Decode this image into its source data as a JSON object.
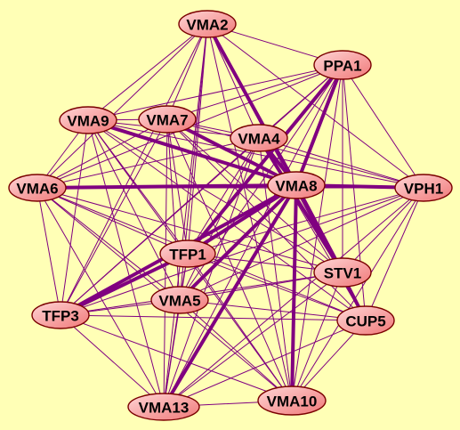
{
  "diagram": {
    "type": "network",
    "background_color": "#ffffb6",
    "edge_color": "#800080",
    "node_fill_light": "#ffd6d6",
    "node_fill_dark": "#f07878",
    "node_stroke": "#7a0000",
    "nodes": [
      {
        "id": "VMA2",
        "label": "VMA2"
      },
      {
        "id": "PPA1",
        "label": "PPA1"
      },
      {
        "id": "VMA9",
        "label": "VMA9"
      },
      {
        "id": "VMA7",
        "label": "VMA7"
      },
      {
        "id": "VMA4",
        "label": "VMA4"
      },
      {
        "id": "VMA6",
        "label": "VMA6"
      },
      {
        "id": "VMA8",
        "label": "VMA8"
      },
      {
        "id": "VPH1",
        "label": "VPH1"
      },
      {
        "id": "TFP1",
        "label": "TFP1"
      },
      {
        "id": "STV1",
        "label": "STV1"
      },
      {
        "id": "VMA5",
        "label": "VMA5"
      },
      {
        "id": "TFP3",
        "label": "TFP3"
      },
      {
        "id": "CUP5",
        "label": "CUP5"
      },
      {
        "id": "VMA13",
        "label": "VMA13"
      },
      {
        "id": "VMA10",
        "label": "VMA10"
      }
    ],
    "edges": [
      {
        "source": "VMA2",
        "target": "VMA8",
        "weight": "strong"
      },
      {
        "source": "VMA9",
        "target": "VMA8",
        "weight": "strong"
      },
      {
        "source": "VMA7",
        "target": "VMA8",
        "weight": "strong"
      },
      {
        "source": "VMA6",
        "target": "VMA8",
        "weight": "strong"
      },
      {
        "source": "PPA1",
        "target": "VMA8",
        "weight": "strong"
      },
      {
        "source": "PPA1",
        "target": "TFP1",
        "weight": "strong"
      },
      {
        "source": "VMA8",
        "target": "VPH1",
        "weight": "strong"
      },
      {
        "source": "VMA8",
        "target": "TFP1",
        "weight": "strong"
      },
      {
        "source": "VMA8",
        "target": "TFP3",
        "weight": "strong"
      },
      {
        "source": "VMA8",
        "target": "VMA5",
        "weight": "strong"
      },
      {
        "source": "VMA8",
        "target": "VMA13",
        "weight": "strong"
      },
      {
        "source": "VMA8",
        "target": "STV1",
        "weight": "strong"
      },
      {
        "source": "VMA8",
        "target": "CUP5",
        "weight": "strong"
      },
      {
        "source": "VMA8",
        "target": "VMA10",
        "weight": "strong"
      },
      {
        "source": "VMA4",
        "target": "VMA8",
        "weight": "strong"
      },
      {
        "source": "VMA4",
        "target": "STV1",
        "weight": "strong"
      },
      {
        "source": "TFP1",
        "target": "TFP3",
        "weight": "strong"
      },
      {
        "source": "VMA2",
        "target": "PPA1",
        "weight": "thin"
      },
      {
        "source": "VMA2",
        "target": "VMA9",
        "weight": "thin"
      },
      {
        "source": "VMA2",
        "target": "VMA7",
        "weight": "thin"
      },
      {
        "source": "VMA2",
        "target": "VMA4",
        "weight": "thin"
      },
      {
        "source": "VMA2",
        "target": "VMA6",
        "weight": "thin"
      },
      {
        "source": "VMA2",
        "target": "VPH1",
        "weight": "thin"
      },
      {
        "source": "VMA2",
        "target": "TFP1",
        "weight": "thin"
      },
      {
        "source": "VMA2",
        "target": "STV1",
        "weight": "thin"
      },
      {
        "source": "VMA2",
        "target": "VMA5",
        "weight": "thin"
      },
      {
        "source": "VMA2",
        "target": "TFP3",
        "weight": "thin"
      },
      {
        "source": "VMA2",
        "target": "CUP5",
        "weight": "thin"
      },
      {
        "source": "VMA2",
        "target": "VMA13",
        "weight": "thin"
      },
      {
        "source": "VMA2",
        "target": "VMA10",
        "weight": "thin"
      },
      {
        "source": "PPA1",
        "target": "VMA9",
        "weight": "thin"
      },
      {
        "source": "PPA1",
        "target": "VMA7",
        "weight": "thin"
      },
      {
        "source": "PPA1",
        "target": "VMA4",
        "weight": "thin"
      },
      {
        "source": "PPA1",
        "target": "VMA6",
        "weight": "thin"
      },
      {
        "source": "PPA1",
        "target": "VPH1",
        "weight": "thin"
      },
      {
        "source": "PPA1",
        "target": "STV1",
        "weight": "thin"
      },
      {
        "source": "PPA1",
        "target": "VMA5",
        "weight": "thin"
      },
      {
        "source": "PPA1",
        "target": "TFP3",
        "weight": "thin"
      },
      {
        "source": "PPA1",
        "target": "CUP5",
        "weight": "thin"
      },
      {
        "source": "PPA1",
        "target": "VMA13",
        "weight": "thin"
      },
      {
        "source": "PPA1",
        "target": "VMA10",
        "weight": "thin"
      },
      {
        "source": "VMA9",
        "target": "VMA7",
        "weight": "thin"
      },
      {
        "source": "VMA9",
        "target": "VMA4",
        "weight": "thin"
      },
      {
        "source": "VMA9",
        "target": "VMA6",
        "weight": "thin"
      },
      {
        "source": "VMA9",
        "target": "VPH1",
        "weight": "thin"
      },
      {
        "source": "VMA9",
        "target": "TFP1",
        "weight": "thin"
      },
      {
        "source": "VMA9",
        "target": "STV1",
        "weight": "thin"
      },
      {
        "source": "VMA9",
        "target": "VMA5",
        "weight": "thin"
      },
      {
        "source": "VMA9",
        "target": "TFP3",
        "weight": "thin"
      },
      {
        "source": "VMA9",
        "target": "CUP5",
        "weight": "thin"
      },
      {
        "source": "VMA9",
        "target": "VMA13",
        "weight": "thin"
      },
      {
        "source": "VMA9",
        "target": "VMA10",
        "weight": "thin"
      },
      {
        "source": "VMA7",
        "target": "VMA4",
        "weight": "thin"
      },
      {
        "source": "VMA7",
        "target": "VMA6",
        "weight": "thin"
      },
      {
        "source": "VMA7",
        "target": "VPH1",
        "weight": "thin"
      },
      {
        "source": "VMA7",
        "target": "TFP1",
        "weight": "thin"
      },
      {
        "source": "VMA7",
        "target": "STV1",
        "weight": "thin"
      },
      {
        "source": "VMA7",
        "target": "VMA5",
        "weight": "thin"
      },
      {
        "source": "VMA7",
        "target": "TFP3",
        "weight": "thin"
      },
      {
        "source": "VMA7",
        "target": "CUP5",
        "weight": "thin"
      },
      {
        "source": "VMA7",
        "target": "VMA13",
        "weight": "thin"
      },
      {
        "source": "VMA7",
        "target": "VMA10",
        "weight": "thin"
      },
      {
        "source": "VMA4",
        "target": "VMA6",
        "weight": "thin"
      },
      {
        "source": "VMA4",
        "target": "VPH1",
        "weight": "thin"
      },
      {
        "source": "VMA4",
        "target": "TFP1",
        "weight": "thin"
      },
      {
        "source": "VMA4",
        "target": "VMA5",
        "weight": "thin"
      },
      {
        "source": "VMA4",
        "target": "TFP3",
        "weight": "thin"
      },
      {
        "source": "VMA4",
        "target": "CUP5",
        "weight": "thin"
      },
      {
        "source": "VMA4",
        "target": "VMA13",
        "weight": "thin"
      },
      {
        "source": "VMA4",
        "target": "VMA10",
        "weight": "thin"
      },
      {
        "source": "VMA6",
        "target": "VPH1",
        "weight": "thin"
      },
      {
        "source": "VMA6",
        "target": "TFP1",
        "weight": "thin"
      },
      {
        "source": "VMA6",
        "target": "STV1",
        "weight": "thin"
      },
      {
        "source": "VMA6",
        "target": "VMA5",
        "weight": "thin"
      },
      {
        "source": "VMA6",
        "target": "TFP3",
        "weight": "thin"
      },
      {
        "source": "VMA6",
        "target": "CUP5",
        "weight": "thin"
      },
      {
        "source": "VMA6",
        "target": "VMA13",
        "weight": "thin"
      },
      {
        "source": "VMA6",
        "target": "VMA10",
        "weight": "thin"
      },
      {
        "source": "VPH1",
        "target": "TFP1",
        "weight": "thin"
      },
      {
        "source": "VPH1",
        "target": "STV1",
        "weight": "thin"
      },
      {
        "source": "VPH1",
        "target": "VMA5",
        "weight": "thin"
      },
      {
        "source": "VPH1",
        "target": "TFP3",
        "weight": "thin"
      },
      {
        "source": "VPH1",
        "target": "CUP5",
        "weight": "thin"
      },
      {
        "source": "VPH1",
        "target": "VMA13",
        "weight": "thin"
      },
      {
        "source": "VPH1",
        "target": "VMA10",
        "weight": "thin"
      },
      {
        "source": "TFP1",
        "target": "STV1",
        "weight": "thin"
      },
      {
        "source": "TFP1",
        "target": "VMA5",
        "weight": "thin"
      },
      {
        "source": "TFP1",
        "target": "CUP5",
        "weight": "thin"
      },
      {
        "source": "TFP1",
        "target": "VMA13",
        "weight": "thin"
      },
      {
        "source": "TFP1",
        "target": "VMA10",
        "weight": "thin"
      },
      {
        "source": "STV1",
        "target": "VMA5",
        "weight": "thin"
      },
      {
        "source": "STV1",
        "target": "TFP3",
        "weight": "thin"
      },
      {
        "source": "STV1",
        "target": "CUP5",
        "weight": "thin"
      },
      {
        "source": "STV1",
        "target": "VMA13",
        "weight": "thin"
      },
      {
        "source": "STV1",
        "target": "VMA10",
        "weight": "thin"
      },
      {
        "source": "VMA5",
        "target": "TFP3",
        "weight": "thin"
      },
      {
        "source": "VMA5",
        "target": "CUP5",
        "weight": "thin"
      },
      {
        "source": "VMA5",
        "target": "VMA13",
        "weight": "thin"
      },
      {
        "source": "VMA5",
        "target": "VMA10",
        "weight": "thin"
      },
      {
        "source": "TFP3",
        "target": "CUP5",
        "weight": "thin"
      },
      {
        "source": "TFP3",
        "target": "VMA13",
        "weight": "thin"
      },
      {
        "source": "TFP3",
        "target": "VMA10",
        "weight": "thin"
      },
      {
        "source": "CUP5",
        "target": "VMA13",
        "weight": "thin"
      },
      {
        "source": "CUP5",
        "target": "VMA10",
        "weight": "thin"
      },
      {
        "source": "VMA13",
        "target": "VMA10",
        "weight": "thin"
      }
    ]
  }
}
